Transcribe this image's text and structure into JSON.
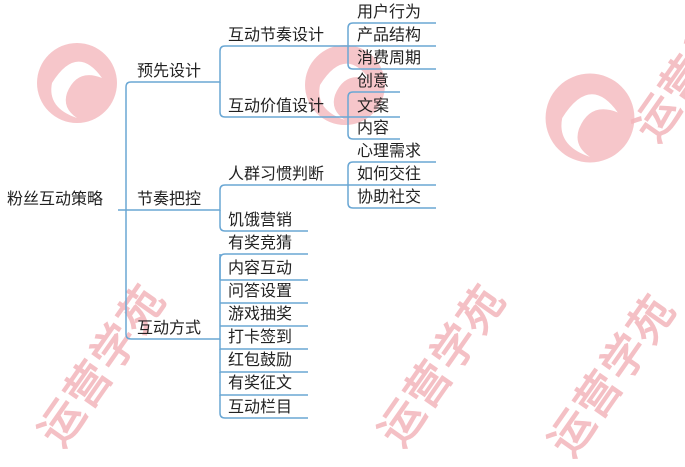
{
  "mindmap": {
    "root": "粉丝互动策略",
    "branches": [
      {
        "label": "预先设计",
        "children": [
          {
            "label": "互动节奏设计",
            "children": [
              "用户行为",
              "产品结构",
              "消费周期"
            ]
          },
          {
            "label": "互动价值设计",
            "children": [
              "创意",
              "文案",
              "内容"
            ]
          }
        ]
      },
      {
        "label": "节奏把控",
        "children": [
          {
            "label": "人群习惯判断",
            "children": [
              "心理需求",
              "如何交往",
              "协助社交"
            ]
          },
          {
            "label": "饥饿营销",
            "children": []
          }
        ]
      },
      {
        "label": "互动方式",
        "children": [
          {
            "label": "有奖竞猜"
          },
          {
            "label": "内容互动"
          },
          {
            "label": "问答设置"
          },
          {
            "label": "游戏抽奖"
          },
          {
            "label": "打卡签到"
          },
          {
            "label": "红包鼓励"
          },
          {
            "label": "有奖征文"
          },
          {
            "label": "互动栏目"
          }
        ]
      }
    ]
  },
  "watermark": {
    "text": "运营学苑",
    "color": "#f3b6bb"
  }
}
